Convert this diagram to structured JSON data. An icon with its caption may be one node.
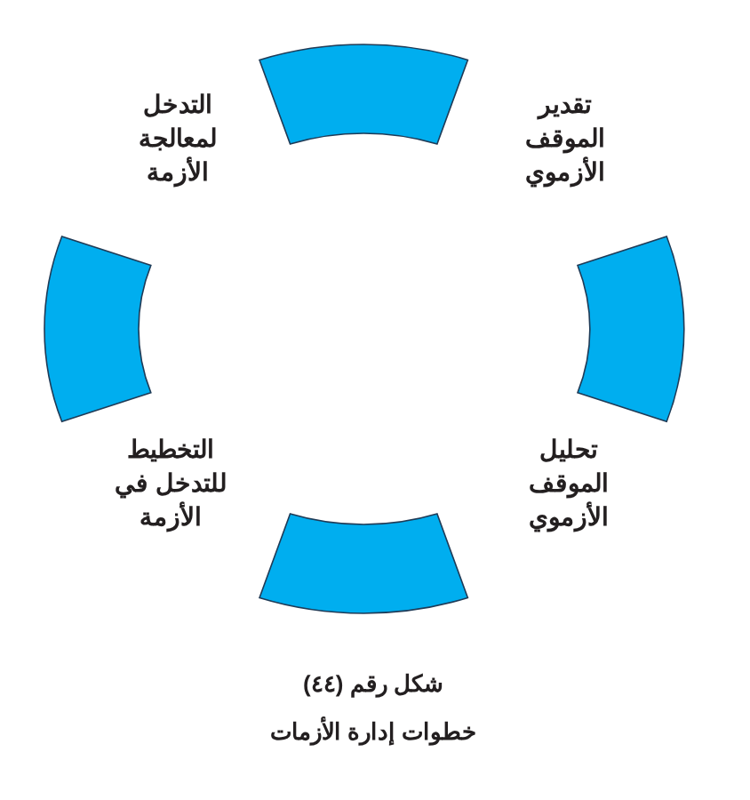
{
  "diagram": {
    "title": "خطوات إدارة الأزمات",
    "caption": "شكل رقم (٤٤)",
    "nodes": [
      {
        "text": [],
        "shape": "band"
      },
      {
        "text": [],
        "shape": "band"
      },
      {
        "text": [],
        "shape": "band"
      },
      {
        "text": [],
        "shape": "band"
      }
    ],
    "labels": [
      "التدخل لمعالجة الأزمة",
      "تقدير الموقف الأزموي",
      "التخطيط للتدخل في الأزمة",
      "تحليل الموقف الأزموي"
    ]
  }
}
